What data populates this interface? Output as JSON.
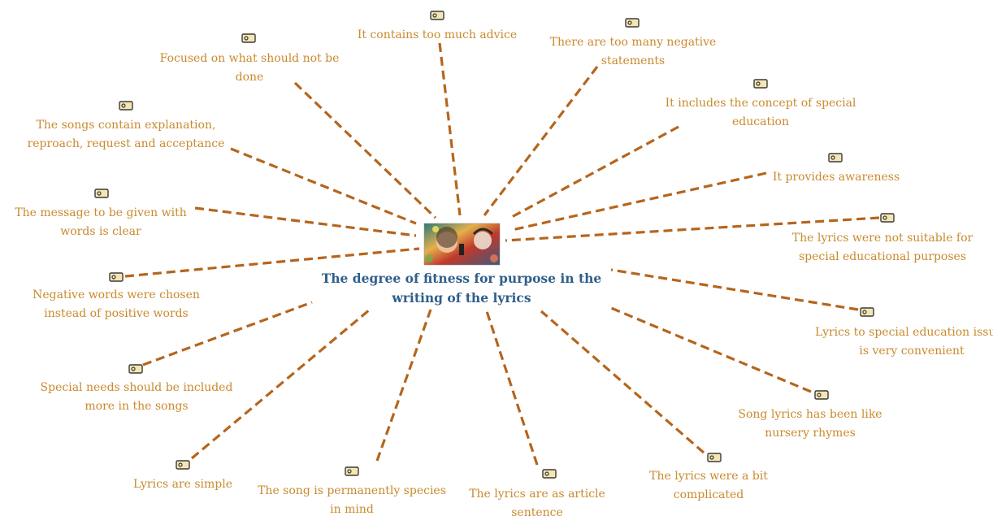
{
  "diagram": {
    "center": {
      "title_lines": [
        "The degree of fitness for purpose in the",
        "writing of the lyrics"
      ],
      "image": "singers-illustration"
    },
    "nodes": [
      {
        "id": "too-much-advice",
        "lines": [
          "It contains too much advice"
        ],
        "icon": "tag-icon"
      },
      {
        "id": "negative-statements",
        "lines": [
          "There are too many negative",
          "statements"
        ],
        "icon": "tag-icon"
      },
      {
        "id": "special-education-concept",
        "lines": [
          "It includes the concept of special",
          "education"
        ],
        "icon": "tag-icon"
      },
      {
        "id": "awareness",
        "lines": [
          "It provides awareness"
        ],
        "icon": "tag-icon"
      },
      {
        "id": "not-suitable",
        "lines": [
          "The lyrics were not suitable for",
          "special educational purposes"
        ],
        "icon": "tag-icon"
      },
      {
        "id": "very-convenient",
        "lines": [
          "Lyrics to special education issues",
          "is very convenient"
        ],
        "icon": "tag-icon"
      },
      {
        "id": "nursery-rhymes",
        "lines": [
          "Song lyrics has been like",
          "nursery rhymes"
        ],
        "icon": "tag-icon"
      },
      {
        "id": "bit-complicated",
        "lines": [
          "The lyrics were a bit",
          "complicated"
        ],
        "icon": "tag-icon"
      },
      {
        "id": "article-sentence",
        "lines": [
          "The lyrics are as article",
          "sentence"
        ],
        "icon": "tag-icon"
      },
      {
        "id": "species-in-mind",
        "lines": [
          "The song is permanently species",
          "in mind"
        ],
        "icon": "tag-icon"
      },
      {
        "id": "lyrics-simple",
        "lines": [
          "Lyrics are simple"
        ],
        "icon": "tag-icon"
      },
      {
        "id": "special-needs",
        "lines": [
          "Special needs should be included",
          "more in the songs"
        ],
        "icon": "tag-icon"
      },
      {
        "id": "negative-words",
        "lines": [
          "Negative words were chosen",
          "instead of positive words"
        ],
        "icon": "tag-icon"
      },
      {
        "id": "message-clear",
        "lines": [
          "The message to be given with",
          "words is clear"
        ],
        "icon": "tag-icon"
      },
      {
        "id": "explanation-reproach",
        "lines": [
          "The songs contain explanation,",
          "reproach, request and acceptance"
        ],
        "icon": "tag-icon"
      },
      {
        "id": "should-not-be-done",
        "lines": [
          "Focused on what should not be",
          "done"
        ],
        "icon": "tag-icon"
      }
    ]
  }
}
